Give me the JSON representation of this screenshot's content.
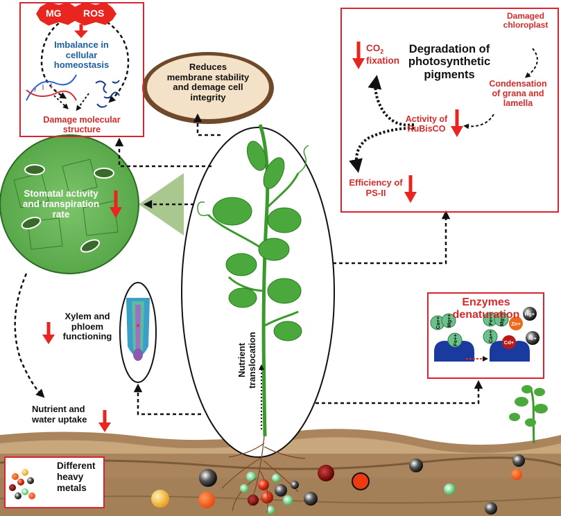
{
  "colors": {
    "accent_red": "#d8242f",
    "text_red": "#d42a2a",
    "text_blue": "#1c5e9e",
    "leaf_green": "#4aa83c",
    "soil": "#9a7a55"
  },
  "top_left": {
    "mg": "MG",
    "ros": "ROS",
    "imbalance": [
      "Imbalance in",
      "cellular",
      "homeostasis"
    ],
    "damage": [
      "Damage molecular",
      "structure"
    ]
  },
  "membrane": [
    "Reduces",
    "membrane stability",
    "and demage cell",
    "integrity"
  ],
  "photo": {
    "co2_main": "CO",
    "co2_sub": "2",
    "fixation": "fixation",
    "degradation": [
      "Degradation of",
      "photosynthetic",
      "pigments"
    ],
    "damaged": [
      "Damaged",
      "chloroplast"
    ],
    "condensation": [
      "Condensation",
      "of grana and",
      "lamella"
    ],
    "rubisco": [
      "Activity of",
      "RuBisCO"
    ],
    "ps2": [
      "Efficiency of",
      "PS-II"
    ]
  },
  "stomatal": [
    "Stomatal activity",
    "and transpiration",
    "rate"
  ],
  "xylem": [
    "Xylem and",
    "phloem",
    "functioning"
  ],
  "nutrient_uptake": [
    "Nutrient and",
    "water uptake"
  ],
  "translocation": [
    "Nutrient",
    "translocation"
  ],
  "enzymes": {
    "title": [
      "Enzymes",
      "denaturation"
    ],
    "ions": [
      "Ca++",
      "Mg++",
      "Fe++",
      "Fe++",
      "Mg++",
      "Ca++",
      "Zn+",
      "Hg+",
      "Cd+",
      "Ni+"
    ]
  },
  "metals": [
    "Different",
    "heavy",
    "metals"
  ]
}
